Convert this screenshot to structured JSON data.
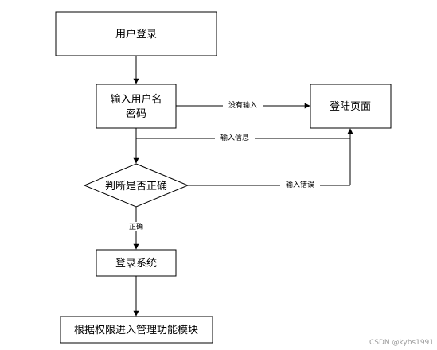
{
  "nodes": {
    "user_login": "用户登录",
    "input_credentials_line1": "输入用户名",
    "input_credentials_line2": "密码",
    "login_page": "登陆页面",
    "decision": "判断是否正确",
    "login_system": "登录系统",
    "permission_module": "根据权限进入管理功能模块"
  },
  "edges": {
    "no_input": "没有输入",
    "input_info": "输入信息",
    "input_error": "输入错误",
    "correct": "正确"
  },
  "watermark": "CSDN @kybs1991"
}
